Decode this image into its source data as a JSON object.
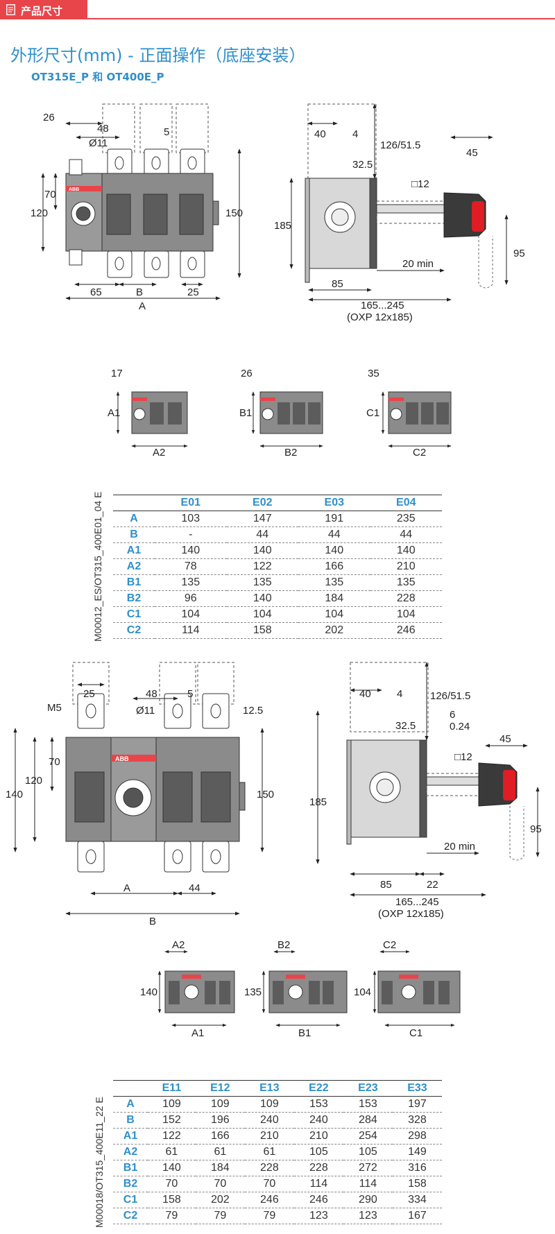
{
  "header": {
    "label": "产品尺寸"
  },
  "title": "外形尺寸(mm) - 正面操作（底座安装）",
  "subtitle": "OT315E_P 和 OT400E_P",
  "section1": {
    "front_dims": {
      "d26": "26",
      "d48": "48",
      "d011": "Ø11",
      "d5": "5",
      "d70": "70",
      "d120": "120",
      "d150": "150",
      "d65": "65",
      "dB": "B",
      "d25": "25",
      "dA": "A"
    },
    "side_dims": {
      "d40": "40",
      "d4": "4",
      "d126": "126/51.5",
      "d32": "32.5",
      "d12": "□12",
      "d185": "185",
      "d45": "45",
      "d95": "95",
      "d20min": "20 min",
      "d85": "85",
      "d165": "165...245",
      "oxp": "(OXP 12x185)"
    },
    "small_dims": {
      "d17": "17",
      "a1": "A1",
      "a2": "A2",
      "d26": "26",
      "b1": "B1",
      "b2": "B2",
      "d35": "35",
      "c1": "C1",
      "c2": "C2"
    },
    "code": "M00012_ES/OT315_400E01_04 E",
    "table": {
      "headers": [
        "",
        "E01",
        "E02",
        "E03",
        "E04"
      ],
      "rows": [
        [
          "A",
          "103",
          "147",
          "191",
          "235"
        ],
        [
          "B",
          "-",
          "44",
          "44",
          "44"
        ],
        [
          "A1",
          "140",
          "140",
          "140",
          "140"
        ],
        [
          "A2",
          "78",
          "122",
          "166",
          "210"
        ],
        [
          "B1",
          "135",
          "135",
          "135",
          "135"
        ],
        [
          "B2",
          "96",
          "140",
          "184",
          "228"
        ],
        [
          "C1",
          "104",
          "104",
          "104",
          "104"
        ],
        [
          "C2",
          "114",
          "158",
          "202",
          "246"
        ]
      ]
    }
  },
  "section2": {
    "front_dims": {
      "d25": "25",
      "m5": "M5",
      "d48": "48",
      "d011": "Ø11",
      "d5": "5",
      "d125": "12.5",
      "d70": "70",
      "d120": "120",
      "d140": "140",
      "d150": "150",
      "dA": "A",
      "d44": "44",
      "dB": "B"
    },
    "side_dims": {
      "d40": "40",
      "d4": "4",
      "d126": "126/51.5",
      "d32": "32.5",
      "d6": "6",
      "d024": "0.24",
      "d12": "□12",
      "d185": "185",
      "d45": "45",
      "d95": "95",
      "d20min": "20 min",
      "d85": "85",
      "d22": "22",
      "d165": "165...245",
      "oxp": "(OXP 12x185)"
    },
    "small_dims": {
      "a2": "A2",
      "d140": "140",
      "a1": "A1",
      "b2": "B2",
      "d135": "135",
      "b1": "B1",
      "c2": "C2",
      "d104": "104",
      "c1": "C1"
    },
    "code": "M00018/OT315_400E11_22 E",
    "table": {
      "headers": [
        "",
        "E11",
        "E12",
        "E13",
        "E22",
        "E23",
        "E33"
      ],
      "rows": [
        [
          "A",
          "109",
          "109",
          "109",
          "153",
          "153",
          "197"
        ],
        [
          "B",
          "152",
          "196",
          "240",
          "240",
          "284",
          "328"
        ],
        [
          "A1",
          "122",
          "166",
          "210",
          "210",
          "254",
          "298"
        ],
        [
          "A2",
          "61",
          "61",
          "61",
          "105",
          "105",
          "149"
        ],
        [
          "B1",
          "140",
          "184",
          "228",
          "228",
          "272",
          "316"
        ],
        [
          "B2",
          "70",
          "70",
          "70",
          "114",
          "114",
          "158"
        ],
        [
          "C1",
          "158",
          "202",
          "246",
          "246",
          "290",
          "334"
        ],
        [
          "C2",
          "79",
          "79",
          "79",
          "123",
          "123",
          "167"
        ]
      ]
    }
  },
  "brand": "ABB"
}
